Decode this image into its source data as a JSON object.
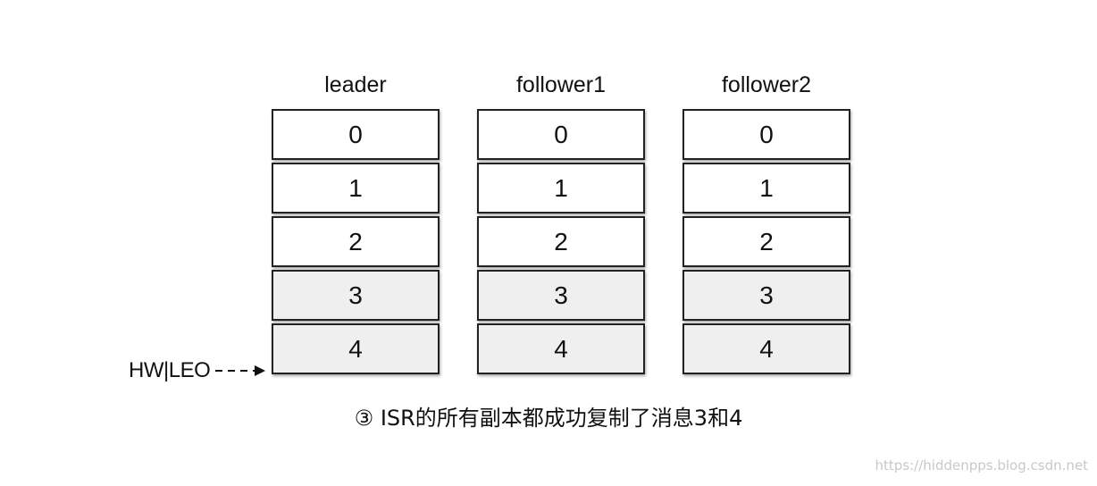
{
  "columns": [
    {
      "title": "leader",
      "cells": [
        "0",
        "1",
        "2",
        "3",
        "4"
      ],
      "shaded": [
        false,
        false,
        false,
        true,
        true
      ]
    },
    {
      "title": "follower1",
      "cells": [
        "0",
        "1",
        "2",
        "3",
        "4"
      ],
      "shaded": [
        false,
        false,
        false,
        true,
        true
      ]
    },
    {
      "title": "follower2",
      "cells": [
        "0",
        "1",
        "2",
        "3",
        "4"
      ],
      "shaded": [
        false,
        false,
        false,
        true,
        true
      ]
    }
  ],
  "marker": {
    "label": "HW|LEO"
  },
  "caption": {
    "symbol": "③",
    "text": "ISR的所有副本都成功复制了消息3和4"
  },
  "watermark": "https://hiddenpps.blog.csdn.net",
  "colors": {
    "cell_fill": "#ffffff",
    "cell_shaded": "#efefef",
    "border": "#222222"
  }
}
